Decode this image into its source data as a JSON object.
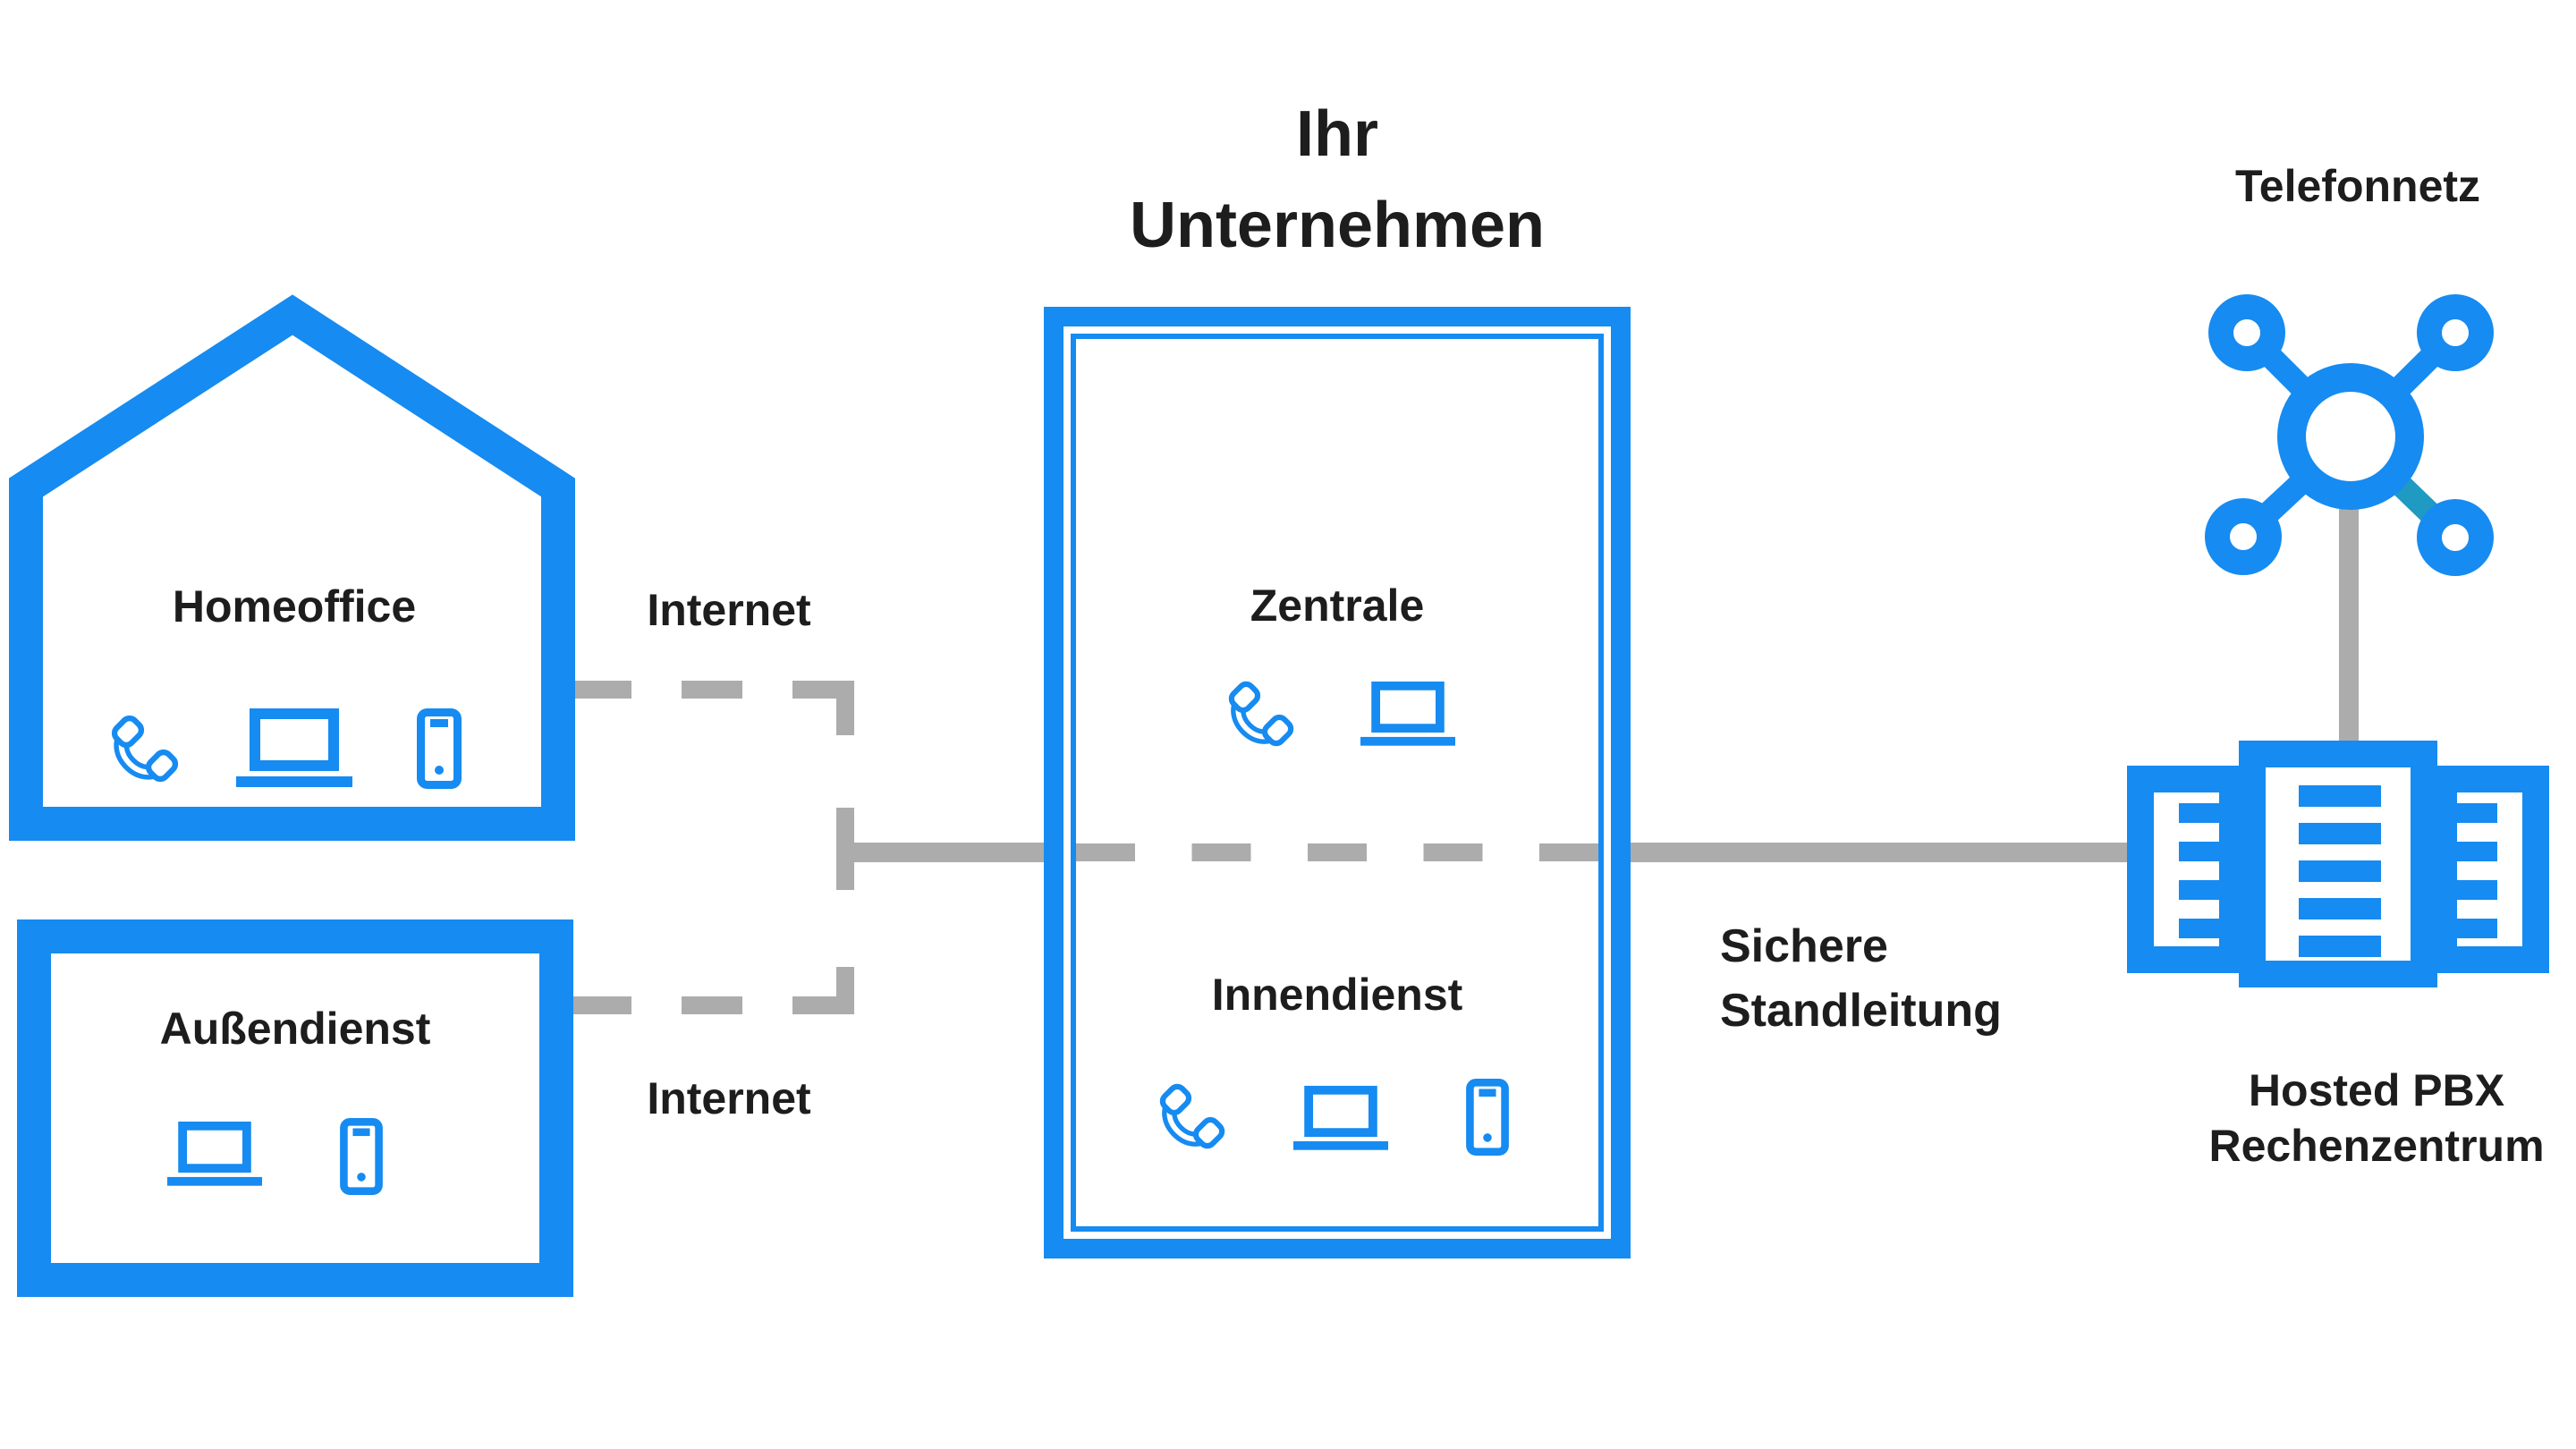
{
  "colors": {
    "blue": "#168BF1",
    "teal": "#1F9AC2",
    "gray": "#ACACAC",
    "text": "#1D1D1D",
    "background": "#FFFFFF"
  },
  "title": {
    "line1": "Ihr",
    "line2": "Unternehmen"
  },
  "nodes": {
    "homeoffice": {
      "label": "Homeoffice",
      "shape": "house",
      "icons": [
        "phone-icon",
        "laptop-icon",
        "smartphone-icon"
      ]
    },
    "aussendienst": {
      "label": "Außendienst",
      "shape": "box",
      "icons": [
        "laptop-icon",
        "smartphone-icon"
      ]
    },
    "zentrale": {
      "label": "Zentrale",
      "shape": "company-box-upper-half",
      "icons": [
        "phone-icon",
        "laptop-icon"
      ]
    },
    "innendienst": {
      "label": "Innendienst",
      "shape": "company-box-lower-half",
      "icons": [
        "phone-icon",
        "laptop-icon",
        "smartphone-icon"
      ]
    },
    "telefonnetz": {
      "label": "Telefonnetz",
      "icon": "network-hub-icon"
    },
    "hosted_pbx": {
      "label_line1": "Hosted PBX",
      "label_line2": "Rechenzentrum",
      "icon": "server-rack-icon"
    }
  },
  "connections": {
    "internet_top": {
      "label": "Internet",
      "style": "dashed",
      "from": "homeoffice",
      "to": "zentrale"
    },
    "internet_bottom": {
      "label": "Internet",
      "style": "dashed",
      "from": "aussendienst",
      "to": "innendienst"
    },
    "standleitung": {
      "label_line1": "Sichere",
      "label_line2": "Standleitung",
      "style": "solid",
      "from": "unternehmen",
      "to": "hosted_pbx"
    },
    "telefonnetz_link": {
      "label": "",
      "style": "solid",
      "from": "telefonnetz",
      "to": "hosted_pbx"
    }
  }
}
